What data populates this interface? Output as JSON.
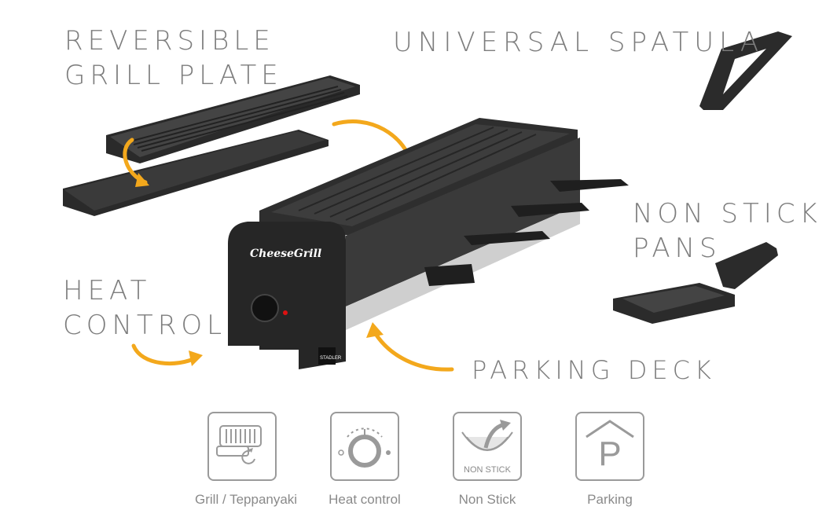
{
  "labels": {
    "reversible_line1": "Reversible",
    "reversible_line2": "Grill Plate",
    "spatula": "Universal Spatula",
    "nonstick_line1": "Non Stick",
    "nonstick_line2": "Pans",
    "heat_line1": "Heat",
    "heat_line2": "Control",
    "parking": "Parking Deck"
  },
  "product": {
    "brand": "CheeseGrill",
    "logo": "STADLER"
  },
  "features": [
    {
      "label": "Grill / Teppanyaki",
      "icon": "grill-teppanyaki-icon"
    },
    {
      "label": "Heat control",
      "icon": "heat-control-icon"
    },
    {
      "label": "Non Stick",
      "icon": "non-stick-icon",
      "badge": "NON STICK"
    },
    {
      "label": "Parking",
      "icon": "parking-icon",
      "badge": "P"
    }
  ],
  "colors": {
    "accent_arrow": "#f3a81c",
    "label_gray": "#7d7d7d",
    "appliance": "#2b2b2b"
  }
}
